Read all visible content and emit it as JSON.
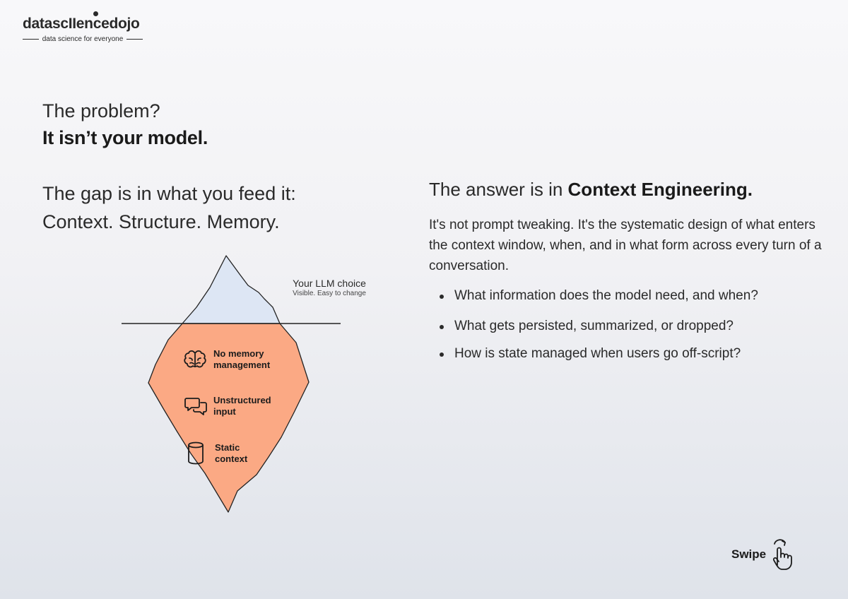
{
  "brand": {
    "name": "datascIIencedojo",
    "tagline": "data science for everyone"
  },
  "headline": {
    "question": "The problem?",
    "statement": "It isn’t your model.",
    "gap_line1": "The gap is in what you feed it:",
    "gap_line2": "Context. Structure. Memory."
  },
  "answer": {
    "prefix": "The answer is in ",
    "highlight": "Context Engineering.",
    "description": "It's not prompt tweaking. It's the systematic design of what enters the context window, when, and in what form across every turn of a conversation.",
    "bullets": [
      "What information does the model need, and when?",
      "What gets persisted, summarized, or dropped?",
      "How is state managed when users go off-script?"
    ]
  },
  "iceberg": {
    "tip_label": "Your LLM choice",
    "tip_sublabel": "Visible. Easy to change",
    "colors": {
      "tip": "#dde6f4",
      "body": "#fba984",
      "outline": "#222222"
    },
    "hidden_items": [
      {
        "icon": "brain-icon",
        "line1": "No memory",
        "line2": "management"
      },
      {
        "icon": "chat-bubbles-icon",
        "line1": "Unstructured",
        "line2": "input"
      },
      {
        "icon": "database-icon",
        "line1": "Static",
        "line2": "context"
      }
    ]
  },
  "footer": {
    "swipe_label": "Swipe",
    "icon": "swipe-hand-icon"
  }
}
